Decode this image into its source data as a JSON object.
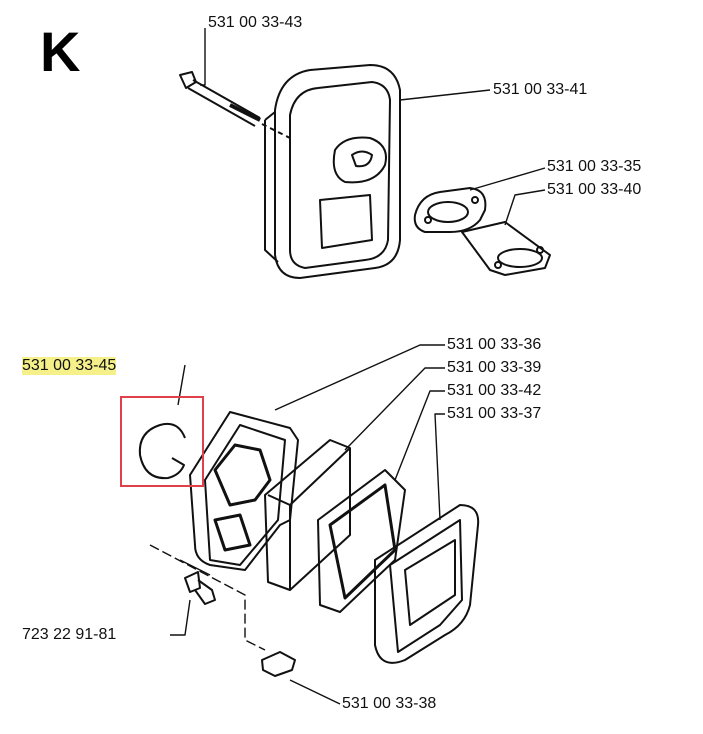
{
  "section_letter": "K",
  "part_labels": {
    "bolt_top": "531 00 33-43",
    "muffler": "531 00 33-41",
    "gasket": "531 00 33-35",
    "bracket": "531 00 33-40",
    "ring_highlighted": "531 00 33-45",
    "filter_holder": "531 00 33-36",
    "filter_foam": "531 00 33-39",
    "filter_plate": "531 00 33-42",
    "filter_cover": "531 00 33-37",
    "screw": "723 22 91-81",
    "knob": "531 00 33-38"
  },
  "colors": {
    "highlight": "#f6f08a",
    "selection_box": "#e0404a"
  }
}
